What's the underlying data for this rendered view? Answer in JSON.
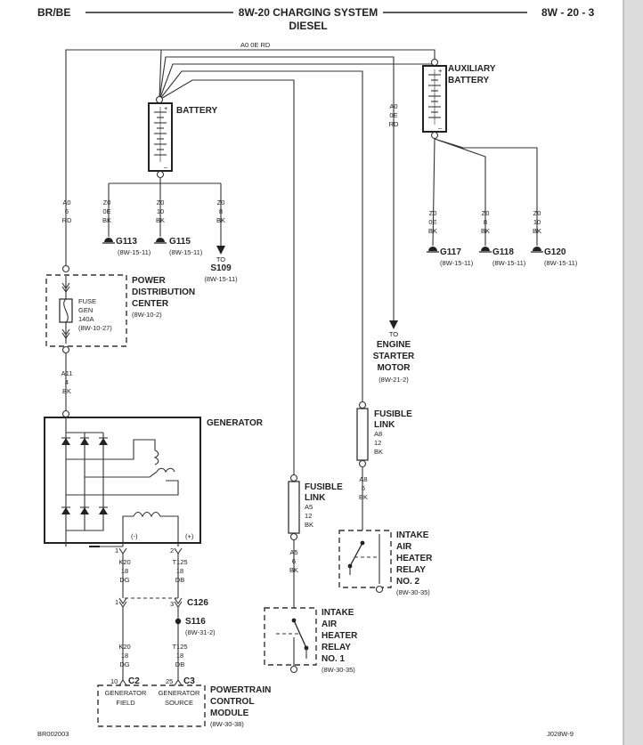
{
  "header": {
    "left": "BR/BE",
    "title": "8W-20 CHARGING SYSTEM",
    "subtitle": "DIESEL",
    "right": "8W - 20 - 3"
  },
  "footer": {
    "left": "BR002003",
    "right": "J028W-9"
  },
  "top_wire": "A0  0E RD",
  "battery": {
    "label": "BATTERY",
    "plus": "+",
    "minus": "–"
  },
  "aux_battery": {
    "line1": "AUXILIARY",
    "line2": "BATTERY",
    "plus": "+",
    "minus": "–"
  },
  "wires": {
    "a0_6_rd": [
      "A0",
      "6",
      "RD"
    ],
    "z0_0e_bk": [
      "Z0",
      "0E",
      "BK"
    ],
    "z0_10_bk": [
      "Z0",
      "10",
      "BK"
    ],
    "z0_8_bk": [
      "Z0",
      "8",
      "BK"
    ],
    "a0_0e_rd": [
      "A0",
      "0E",
      "RD"
    ],
    "aux_z0_0e_bk": [
      "Z0",
      "0E",
      "BK"
    ],
    "aux_z0_8_bk": [
      "Z0",
      "8",
      "BK"
    ],
    "aux_z0_10_bk": [
      "Z0",
      "10",
      "BK"
    ],
    "a11_4_bk": [
      "A11",
      "4",
      "BK"
    ],
    "a8_12_bk": [
      "A8",
      "12",
      "BK"
    ],
    "a8_6_bk": [
      "A8",
      "6",
      "BK"
    ],
    "a5_12_bk": [
      "A5",
      "12",
      "BK"
    ],
    "a5_6_bk": [
      "A5",
      "6",
      "BK"
    ],
    "k20_upper": [
      "K20",
      "18",
      "DG"
    ],
    "t125_upper": [
      "T125",
      "18",
      "DB"
    ],
    "k20_lower": [
      "K20",
      "18",
      "DG"
    ],
    "t125_lower": [
      "T125",
      "18",
      "DB"
    ]
  },
  "grounds": {
    "g113": {
      "name": "G113",
      "ref": "(8W-15-11)"
    },
    "g115": {
      "name": "G115",
      "ref": "(8W-15-11)"
    },
    "g117": {
      "name": "G117",
      "ref": "(8W-15-11)"
    },
    "g118": {
      "name": "G118",
      "ref": "(8W-15-11)"
    },
    "g120": {
      "name": "G120",
      "ref": "(8W-15-11)"
    }
  },
  "s109": {
    "to": "TO",
    "name": "S109",
    "ref": "(8W-15-11)"
  },
  "starter": {
    "to": "TO",
    "line1": "ENGINE",
    "line2": "STARTER",
    "line3": "MOTOR",
    "ref": "(8W-21-2)"
  },
  "pdc": {
    "line1": "POWER",
    "line2": "DISTRIBUTION",
    "line3": "CENTER",
    "ref": "(8W-10-2)",
    "fuse": [
      "FUSE",
      "GEN",
      "140A",
      "(8W-10-27)"
    ]
  },
  "generator": {
    "label": "GENERATOR",
    "neg": "(-)",
    "pos": "(+)",
    "pin1": "1",
    "pin2": "2"
  },
  "fusible_right": {
    "line1": "FUSIBLE",
    "line2": "LINK"
  },
  "fusible_center": {
    "line1": "FUSIBLE",
    "line2": "LINK"
  },
  "relay2": {
    "lines": [
      "INTAKE",
      "AIR",
      "HEATER",
      "RELAY",
      "NO. 2"
    ],
    "ref": "(8W-30-35)"
  },
  "relay1": {
    "lines": [
      "INTAKE",
      "AIR",
      "HEATER",
      "RELAY",
      "NO. 1"
    ],
    "ref": "(8W-30-35)"
  },
  "c126": {
    "name": "C126",
    "pin1": "1",
    "pin3": "3"
  },
  "s116": {
    "name": "S116",
    "ref": "(8W-31-2)"
  },
  "pcm": {
    "c2": "C2",
    "c2_pin": "10",
    "c3": "C3",
    "c3_pin": "25",
    "field1": "GENERATOR",
    "field2": "FIELD",
    "source1": "GENERATOR",
    "source2": "SOURCE",
    "lines": [
      "POWERTRAIN",
      "CONTROL",
      "MODULE"
    ],
    "ref": "(8W-30-38)"
  }
}
